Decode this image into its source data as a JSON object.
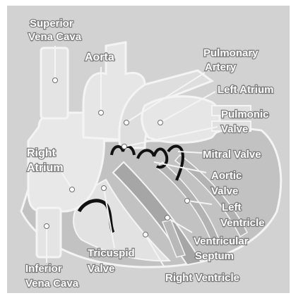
{
  "title": "",
  "colors": {
    "background": "#d2d2d2",
    "heart_light": "#e8e8e8",
    "heart_mid": "#c2c2c2",
    "heart_dark": "#a6a6a6",
    "outline": "#f4f4f4",
    "valve": "#111111",
    "label_fill": "#ffffff",
    "label_outline": "#7b7b7b"
  },
  "labels": {
    "superior_vena_cava": [
      "Superior",
      "Vena Cava"
    ],
    "aorta": [
      "Aorta"
    ],
    "pulmonary_artery": [
      "Pulmonary",
      "Artery"
    ],
    "left_atrium": [
      "Left Atrium"
    ],
    "pulmonic_valve": [
      "Pulmonic",
      "Valve"
    ],
    "right_atrium": [
      "Right",
      "Atrium"
    ],
    "mitral_valve": [
      "Mitral Valve"
    ],
    "aortic_valve": [
      "Aortic",
      "Valve"
    ],
    "left_ventricle": [
      "Left",
      "Ventricle"
    ],
    "ventricular_septum": [
      "Ventricular",
      "Septum"
    ],
    "tricuspid_valve": [
      "Tricuspid",
      "Valve"
    ],
    "inferior_vena_cava": [
      "Inferior",
      "Vena Cava"
    ],
    "right_ventricle": [
      "Right Ventricle"
    ]
  }
}
